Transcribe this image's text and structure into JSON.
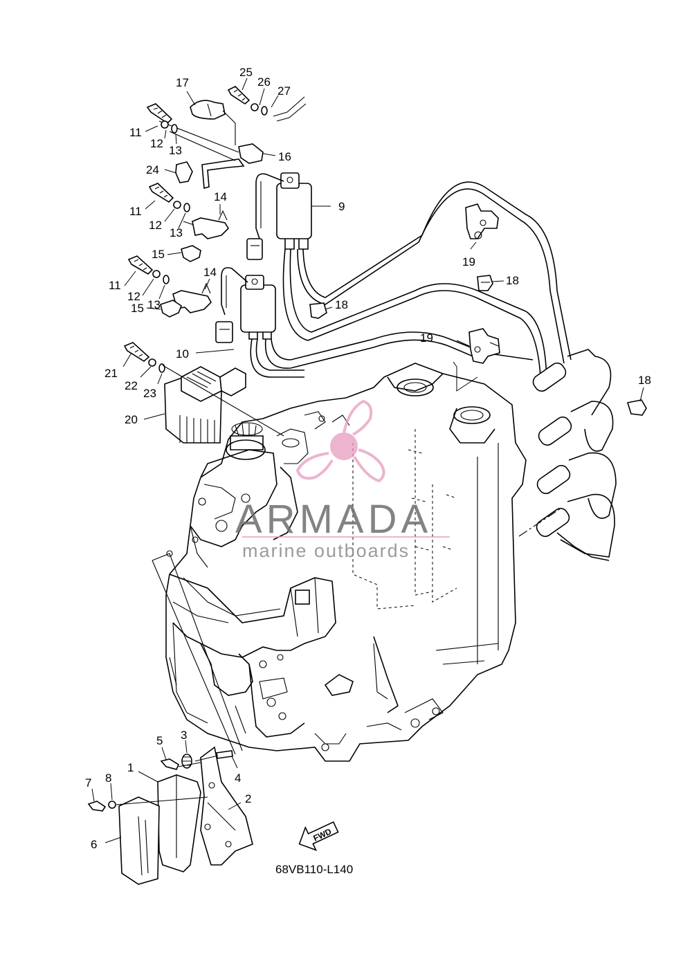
{
  "diagram": {
    "code": "68VB110-L140",
    "fwd_label": "FWD",
    "watermark": {
      "brand": "ARMADA",
      "tagline": "marine outboards"
    },
    "callouts": {
      "c1": "1",
      "c2": "2",
      "c3": "3",
      "c4": "4",
      "c5": "5",
      "c6": "6",
      "c7": "7",
      "c8": "8",
      "c9": "9",
      "c10": "10",
      "c11a": "11",
      "c11b": "11",
      "c11c": "11",
      "c12a": "12",
      "c12b": "12",
      "c12c": "12",
      "c13a": "13",
      "c13b": "13",
      "c13c": "13",
      "c14a": "14",
      "c14b": "14",
      "c15a": "15",
      "c15b": "15",
      "c16": "16",
      "c17": "17",
      "c18a": "18",
      "c18b": "18",
      "c18c": "18",
      "c19a": "19",
      "c19b": "19",
      "c20": "20",
      "c21": "21",
      "c22": "22",
      "c23": "23",
      "c24": "24",
      "c25": "25",
      "c26": "26",
      "c27": "27"
    },
    "colors": {
      "line": "#000000",
      "watermark_text": "#6e6e6e",
      "watermark_accent": "#e79bbf"
    }
  }
}
